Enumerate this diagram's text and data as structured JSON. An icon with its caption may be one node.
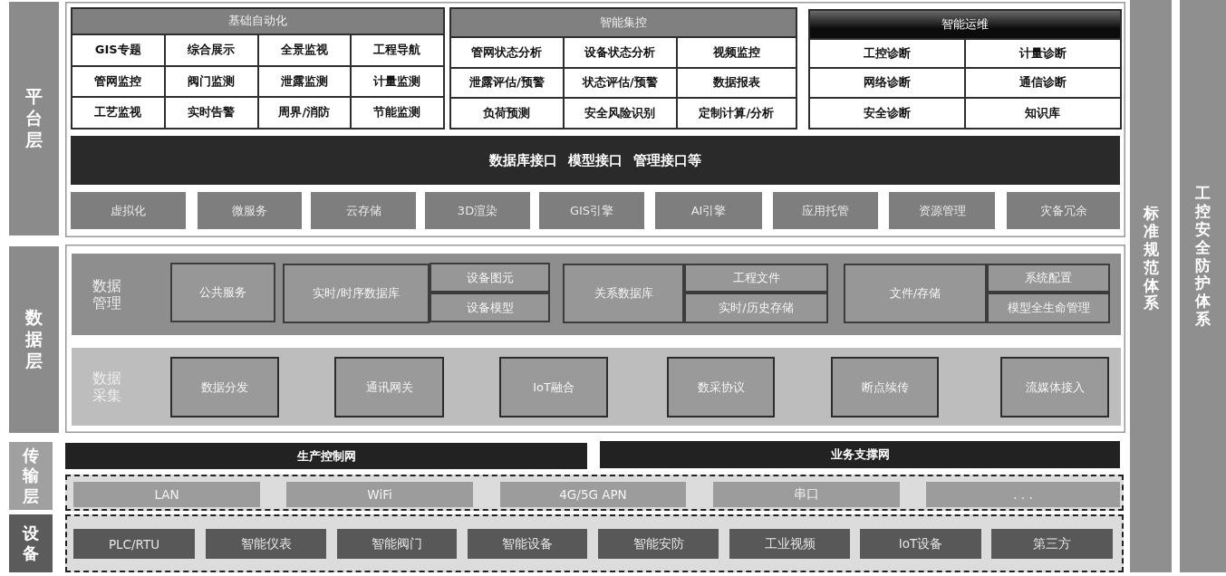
{
  "diagram": {
    "nodes": [
      {
        "text": [
          "平台层"
        ]
      },
      {
        "text": [],
        "shape": "box"
      },
      {
        "text": [
          "基础自动化"
        ],
        "in": 1
      },
      {
        "text": [
          "GIS专题"
        ],
        "in": 2
      },
      {
        "text": [
          "综合展示"
        ],
        "in": 2
      },
      {
        "text": [
          "全景监视"
        ],
        "in": 2
      },
      {
        "text": [
          "工程导航"
        ],
        "in": 2
      },
      {
        "text": [
          "管网监控"
        ],
        "in": 2
      },
      {
        "text": [
          "阀门监测"
        ],
        "in": 2
      },
      {
        "text": [
          "泄露监测"
        ],
        "in": 2
      },
      {
        "text": [
          "计量监测"
        ],
        "in": 2
      },
      {
        "text": [
          "工艺监视"
        ],
        "in": 2
      },
      {
        "text": [
          "实时告警"
        ],
        "in": 2
      },
      {
        "text": [
          "周界/消防"
        ],
        "in": 2
      },
      {
        "text": [
          "节能监测"
        ],
        "in": 2
      },
      {
        "text": [
          "智能集控"
        ],
        "in": 1
      },
      {
        "text": [
          "管网状态分析"
        ],
        "in": 15
      },
      {
        "text": [
          "设备状态分析"
        ],
        "in": 15
      },
      {
        "text": [
          "视频监控"
        ],
        "in": 15
      },
      {
        "text": [
          "泄露评估/预警"
        ],
        "in": 15
      },
      {
        "text": [
          "状态评估/预警"
        ],
        "in": 15
      },
      {
        "text": [
          "数据报表"
        ],
        "in": 15
      },
      {
        "text": [
          "负荷预测"
        ],
        "in": 15
      },
      {
        "text": [
          "安全风险识别"
        ],
        "in": 15
      },
      {
        "text": [
          "定制计算/分析"
        ],
        "in": 15
      },
      {
        "text": [
          "智能运维"
        ],
        "in": 1
      },
      {
        "text": [
          "工控诊断"
        ],
        "in": 25
      },
      {
        "text": [
          "计量诊断"
        ],
        "in": 25
      },
      {
        "text": [
          "网络诊断"
        ],
        "in": 25
      },
      {
        "text": [
          "通信诊断"
        ],
        "in": 25
      },
      {
        "text": [
          "安全诊断"
        ],
        "in": 25
      },
      {
        "text": [
          "知识库"
        ],
        "in": 25
      },
      {
        "text": [
          "数据库接口 模型接口 管理接口等"
        ],
        "in": 1
      },
      {
        "text": [
          "虚拟化"
        ],
        "in": 1
      },
      {
        "text": [
          "微服务"
        ],
        "in": 1
      },
      {
        "text": [
          "云存储"
        ],
        "in": 1
      },
      {
        "text": [
          "3D渲染"
        ],
        "in": 1
      },
      {
        "text": [
          "GIS引擎"
        ],
        "in": 1
      },
      {
        "text": [
          "AI引擎"
        ],
        "in": 1
      },
      {
        "text": [
          "应用托管"
        ],
        "in": 1
      },
      {
        "text": [
          "资源管理"
        ],
        "in": 1
      },
      {
        "text": [
          "灾备冗余"
        ],
        "in": 1
      },
      {
        "text": [
          "数据层"
        ]
      },
      {
        "text": [],
        "shape": "box"
      },
      {
        "text": [
          "数据管理"
        ],
        "in": 43
      },
      {
        "text": [
          "公共服务"
        ],
        "in": 44
      },
      {
        "text": [
          "实时/时序数据库"
        ],
        "in": 44
      },
      {
        "text": [
          "设备图元"
        ],
        "in": 44
      },
      {
        "text": [
          "设备模型"
        ],
        "in": 44
      },
      {
        "text": [
          "关系数据库"
        ],
        "in": 44
      },
      {
        "text": [
          "工程文件"
        ],
        "in": 44
      },
      {
        "text": [
          "实时/历史存储"
        ],
        "in": 44
      },
      {
        "text": [
          "文件/存储"
        ],
        "in": 44
      },
      {
        "text": [
          "系统配置"
        ],
        "in": 44
      },
      {
        "text": [
          "模型全生命管理"
        ],
        "in": 44
      },
      {
        "text": [
          "数据采集"
        ],
        "in": 43
      },
      {
        "text": [
          "数据分发"
        ],
        "in": 55
      },
      {
        "text": [
          "通讯网关"
        ],
        "in": 55
      },
      {
        "text": [
          "IoT融合"
        ],
        "in": 55
      },
      {
        "text": [
          "数采协议"
        ],
        "in": 55
      },
      {
        "text": [
          "断点续传"
        ],
        "in": 55
      },
      {
        "text": [
          "流媒体接入"
        ],
        "in": 55
      },
      {
        "text": [
          "传输层"
        ]
      },
      {
        "text": [
          "生产控制网"
        ]
      },
      {
        "text": [
          "业务支撑网"
        ]
      },
      {
        "text": [],
        "shape": "box"
      },
      {
        "text": [
          "LAN"
        ],
        "in": 65
      },
      {
        "text": [
          "WiFi"
        ],
        "in": 65
      },
      {
        "text": [
          "4G/5G APN"
        ],
        "in": 65
      },
      {
        "text": [
          "串口"
        ],
        "in": 65
      },
      {
        "text": [
          ". . ."
        ],
        "in": 65
      },
      {
        "text": [
          "设备"
        ]
      },
      {
        "text": [],
        "shape": "box"
      },
      {
        "text": [
          "PLC/RTU"
        ],
        "in": 72
      },
      {
        "text": [
          "智能仪表"
        ],
        "in": 72
      },
      {
        "text": [
          "智能阀门"
        ],
        "in": 72
      },
      {
        "text": [
          "智能设备"
        ],
        "in": 72
      },
      {
        "text": [
          "智能安防"
        ],
        "in": 72
      },
      {
        "text": [
          "工业视频"
        ],
        "in": 72
      },
      {
        "text": [
          "IoT设备"
        ],
        "in": 72
      },
      {
        "text": [
          "第三方"
        ],
        "in": 72
      },
      {
        "text": [
          "标准规范体系"
        ]
      },
      {
        "text": [
          "工控安全防护体系"
        ]
      }
    ]
  }
}
